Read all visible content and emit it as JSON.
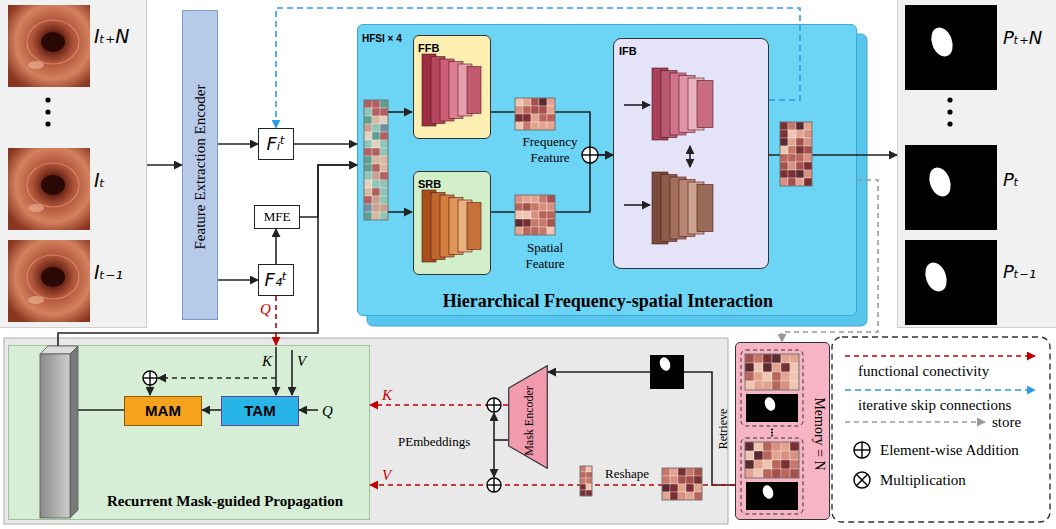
{
  "diagram": {
    "nodes": [
      {
        "text": [
          "Iₜ₊N",
          "Iₜ",
          "Iₜ₋₁"
        ]
      },
      {
        "text": [
          "Feature Extraction Encoder"
        ]
      },
      {
        "text": [
          "Fᵢᵗ"
        ]
      },
      {
        "text": [
          "MFE"
        ]
      },
      {
        "text": [
          "F₄ᵗ"
        ]
      },
      {
        "text": [
          "HFSI × 4",
          "Hierarchical Frequency-spatial Interaction"
        ]
      },
      {
        "text": [
          "FFB"
        ],
        "in": 5
      },
      {
        "text": [
          "SRB"
        ],
        "in": 5
      },
      {
        "text": [
          "IFB"
        ],
        "in": 5
      },
      {
        "text": [
          "Pₜ₊N",
          "Pₜ",
          "Pₜ₋₁"
        ]
      },
      {
        "text": [
          "Recurrent Mask-guided Propagation"
        ]
      },
      {
        "text": [
          "MAM"
        ],
        "in": 10
      },
      {
        "text": [
          "TAM"
        ],
        "in": 10
      },
      {
        "text": [
          "Mask Encoder"
        ]
      },
      {
        "text": [
          "Memory = N"
        ]
      }
    ],
    "edges": [
      {
        "from": 0,
        "to": 1,
        "arrow": "to"
      },
      {
        "from": 1,
        "to": 2,
        "arrow": "to"
      },
      {
        "from": 1,
        "to": 4,
        "arrow": "to"
      },
      {
        "from": 4,
        "to": 3,
        "arrow": "to"
      },
      {
        "from": 2,
        "to": 5,
        "arrow": "to"
      },
      {
        "from": 3,
        "to": 5,
        "arrow": "to"
      },
      {
        "from": 11,
        "to": 5,
        "arrow": "to"
      },
      {
        "from": 6,
        "to": 8,
        "arrow": "to"
      },
      {
        "from": 7,
        "to": 8,
        "arrow": "to"
      },
      {
        "from": 8,
        "to": 9,
        "arrow": "to"
      },
      {
        "from": 8,
        "to": 2,
        "arrow": "to"
      },
      {
        "from": 5,
        "to": 14,
        "arrow": "to"
      },
      {
        "from": 4,
        "to": 10,
        "arrow": "to",
        "label": "Q"
      },
      {
        "from": 12,
        "to": 11,
        "arrow": "to"
      },
      {
        "from": 14,
        "to": 13,
        "arrow": "to",
        "label": "Retrieve"
      },
      {
        "from": 13,
        "to": 10,
        "arrow": "to",
        "label": "K"
      },
      {
        "from": 14,
        "to": 10,
        "arrow": "to",
        "label": "V"
      }
    ],
    "labels": [
      "Frequency Feature",
      "Spatial Feature",
      "K",
      "V",
      "Q",
      "PEmbeddings",
      "Reshape"
    ],
    "legend": [
      {
        "text": "functional conectivity"
      },
      {
        "text": "iterative skip connections"
      },
      {
        "text": "store"
      },
      {
        "text": "Element-wise Addition"
      },
      {
        "text": "Multiplication"
      }
    ]
  }
}
